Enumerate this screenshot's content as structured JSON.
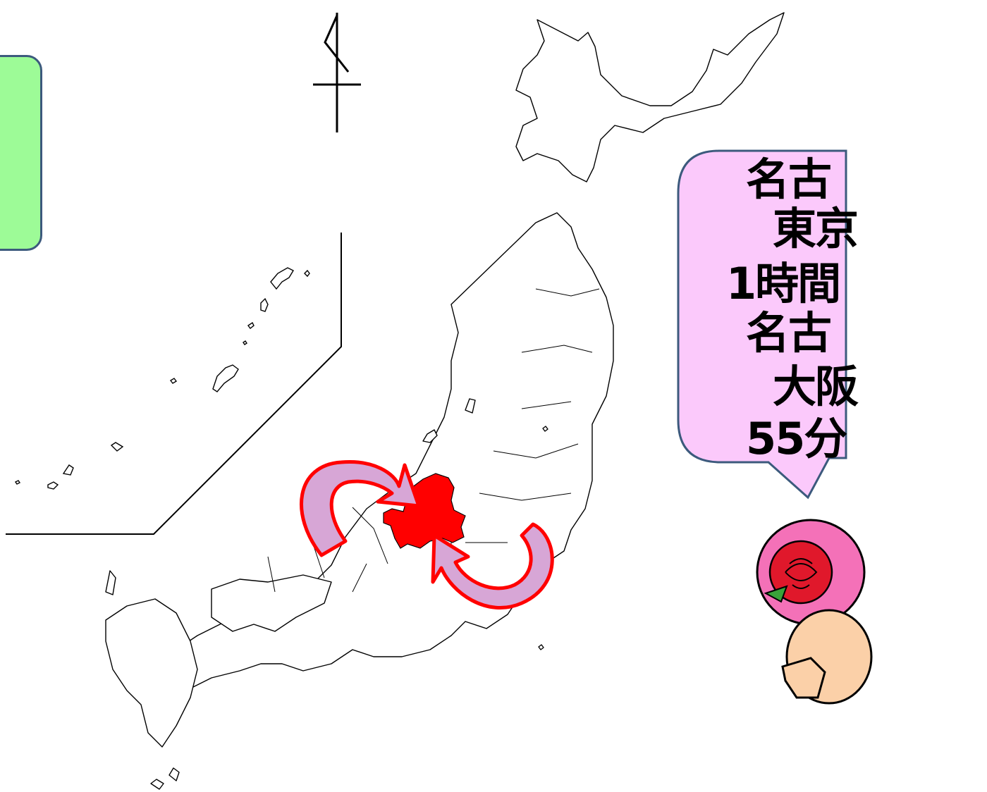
{
  "speech_bubble": {
    "line1": "名古",
    "line2": "東京",
    "line3": "1時間",
    "line4": "名古",
    "line5": "大阪",
    "line6": "55分"
  },
  "colors": {
    "highlight_prefecture": "#ff0000",
    "arrow_fill": "#d7a6d6",
    "arrow_stroke": "#ff0000",
    "bubble_fill": "#fbc9fb",
    "bubble_stroke": "#3c5a7d",
    "box_fill": "#9dfb97"
  },
  "icons": {
    "north": "north-arrow-icon",
    "mascot": "rose-mascot-icon"
  }
}
